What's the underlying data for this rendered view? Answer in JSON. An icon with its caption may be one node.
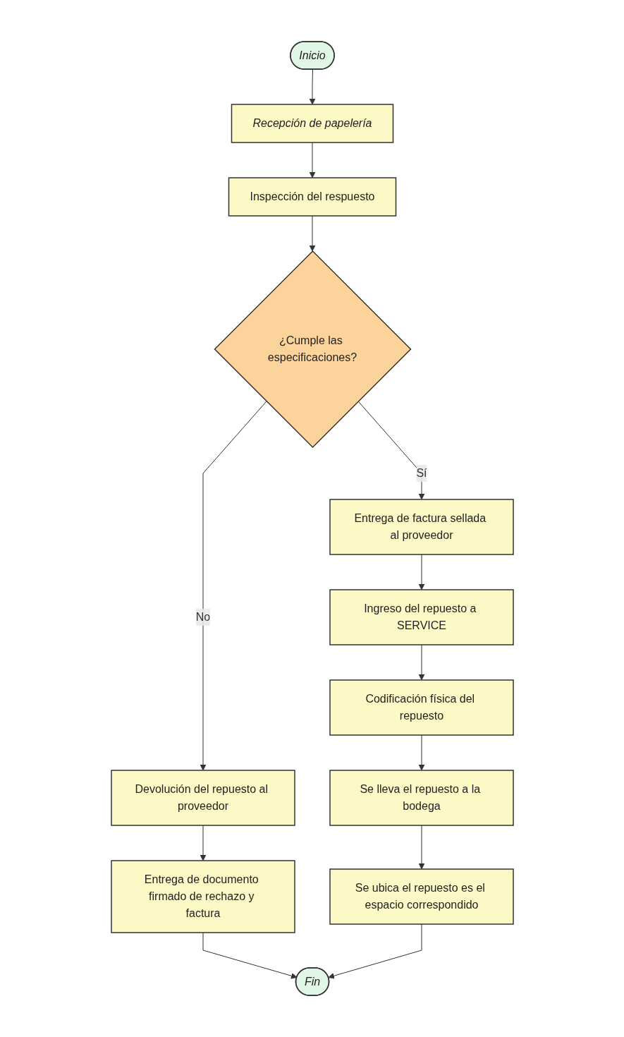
{
  "diagram": {
    "nodes": [
      {
        "text": [
          "Inicio"
        ]
      },
      {
        "text": [
          "Recepción de papelería"
        ]
      },
      {
        "text": [
          "Inspección del respuesto"
        ]
      },
      {
        "text": [
          "¿Cumple las especificaciones?"
        ]
      },
      {
        "text": [
          "Devolución del repuesto al proveedor"
        ]
      },
      {
        "text": [
          "Entrega de documento firmado de rechazo y factura"
        ]
      },
      {
        "text": [
          "Entrega de factura sellada al proveedor"
        ]
      },
      {
        "text": [
          "Ingreso del repuesto a SERVICE"
        ]
      },
      {
        "text": [
          "Codificación física del repuesto"
        ]
      },
      {
        "text": [
          "Se lleva el repuesto a la bodega"
        ]
      },
      {
        "text": [
          "Se ubica el repuesto es el espacio correspondido"
        ]
      },
      {
        "text": [
          "Fin"
        ]
      }
    ],
    "edges": [
      {
        "from": 0,
        "to": 1,
        "arrow": "to"
      },
      {
        "from": 1,
        "to": 2,
        "arrow": "to"
      },
      {
        "from": 2,
        "to": 3,
        "arrow": "to"
      },
      {
        "from": 3,
        "to": 4,
        "label": "No",
        "arrow": "to"
      },
      {
        "from": 3,
        "to": 6,
        "label": "Sí",
        "arrow": "to"
      },
      {
        "from": 4,
        "to": 5,
        "arrow": "to"
      },
      {
        "from": 6,
        "to": 7,
        "arrow": "to"
      },
      {
        "from": 7,
        "to": 8,
        "arrow": "to"
      },
      {
        "from": 8,
        "to": 9,
        "arrow": "to"
      },
      {
        "from": 9,
        "to": 10,
        "arrow": "to"
      },
      {
        "from": 5,
        "to": 11,
        "arrow": "to"
      },
      {
        "from": 10,
        "to": 11,
        "arrow": "to"
      }
    ]
  }
}
